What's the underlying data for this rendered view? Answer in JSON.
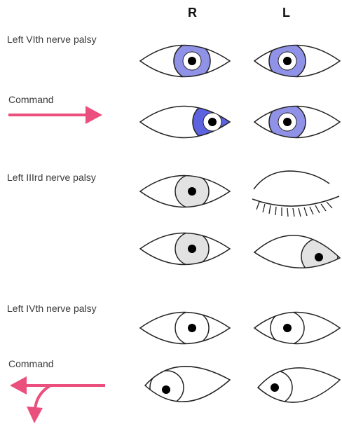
{
  "headers": {
    "right": "R",
    "left": "L"
  },
  "sections": {
    "vi": {
      "title": "Left VIth nerve palsy",
      "command": "Command"
    },
    "iii": {
      "title": "Left IIIrd nerve palsy"
    },
    "iv": {
      "title": "Left IVth nerve palsy",
      "command": "Command"
    }
  },
  "colors": {
    "iris_blue": "#8f92e6",
    "iris_blue_deep": "#5c62e0",
    "iris_grey": "#e2e2e2",
    "arrow": "#ea4f7d",
    "outline": "#222222"
  },
  "icons": {
    "arrow_right": "arrow-right-icon",
    "arrow_left_down": "arrow-left-down-icon",
    "eye": "eye-icon",
    "closed_eye": "closed-eye-icon"
  }
}
